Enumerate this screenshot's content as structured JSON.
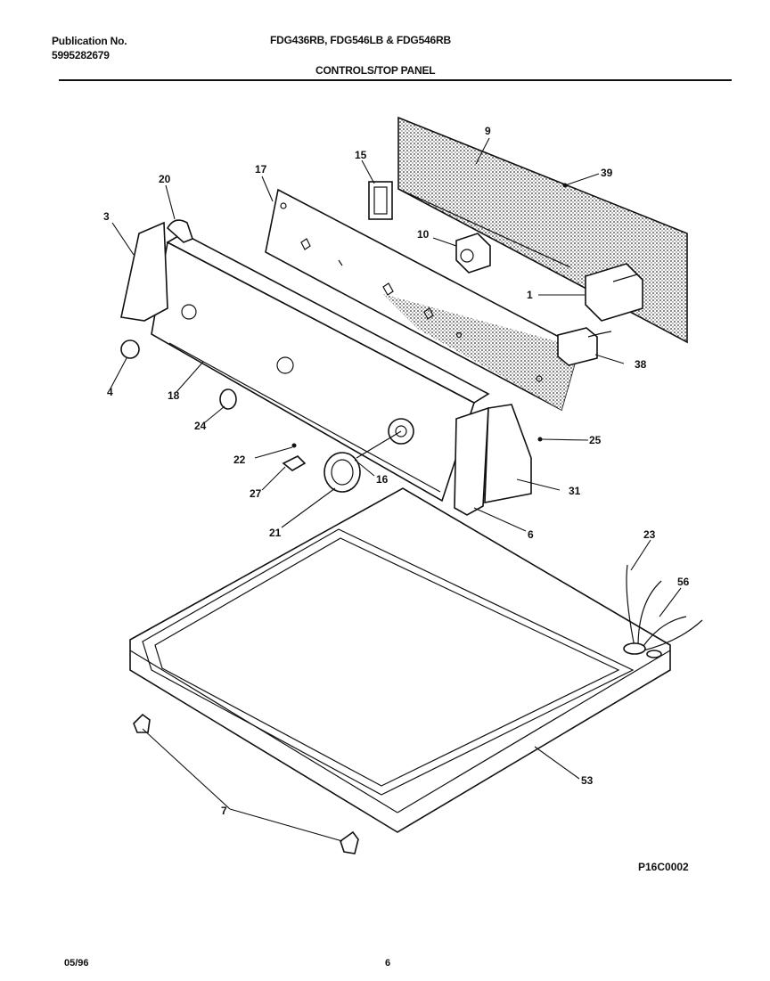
{
  "header": {
    "publication_label": "Publication No.",
    "publication_number": "5995282679",
    "models": "FDG436RB, FDG546LB & FDG546RB",
    "section_title": "CONTROLS/TOP PANEL"
  },
  "diagram_code": "P16C0002",
  "footer": {
    "date": "05/96",
    "page": "6"
  },
  "callouts": [
    "9",
    "39",
    "15",
    "17",
    "20",
    "10",
    "3",
    "1",
    "38",
    "4",
    "18",
    "24",
    "25",
    "22",
    "16",
    "27",
    "31",
    "21",
    "6",
    "23",
    "56",
    "53",
    "7"
  ]
}
